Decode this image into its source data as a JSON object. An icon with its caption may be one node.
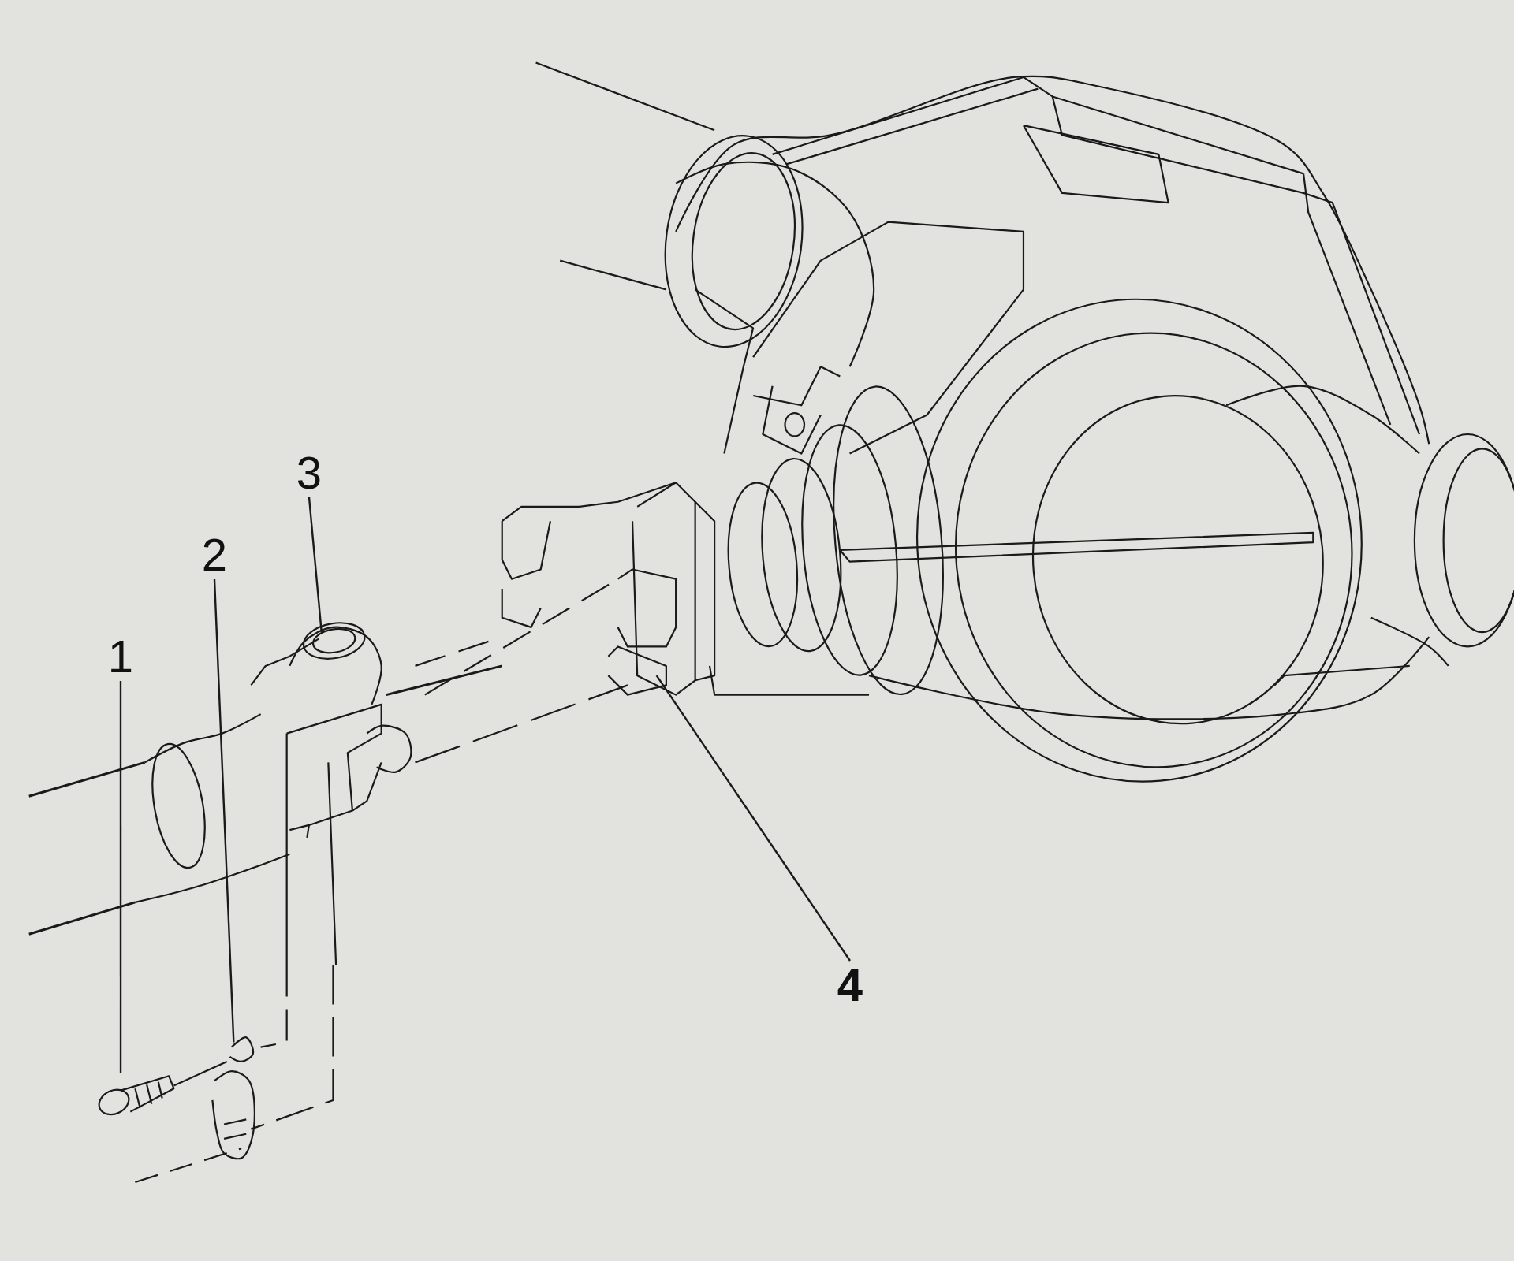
{
  "diagram": {
    "nodes": [
      {
        "text": [
          "1"
        ]
      },
      {
        "text": [
          "2"
        ]
      },
      {
        "text": [
          "3"
        ]
      },
      {
        "text": [
          "4"
        ]
      }
    ],
    "edges": [
      {
        "from": 0,
        "to": null,
        "arrow": "none"
      },
      {
        "from": 1,
        "to": null,
        "arrow": "none"
      },
      {
        "from": 2,
        "to": null,
        "arrow": "none"
      },
      {
        "from": 3,
        "to": null,
        "arrow": "none"
      }
    ]
  }
}
